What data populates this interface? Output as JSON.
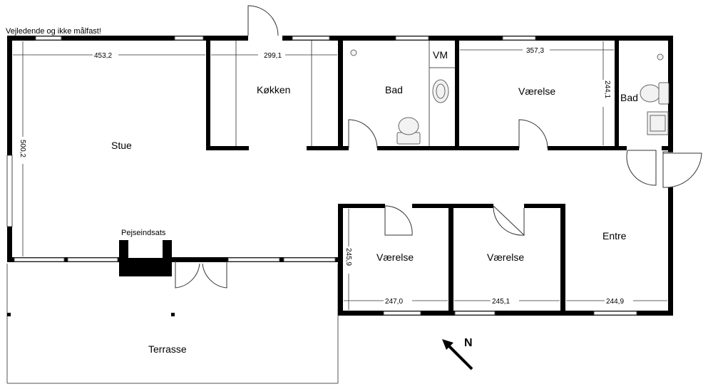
{
  "disclaimer": "Vejledende og ikke målfast!",
  "rooms": {
    "stue": "Stue",
    "kokken": "Køkken",
    "bad1": "Bad",
    "vm": "VM",
    "vaerelse1": "Værelse",
    "bad2": "Bad",
    "vaerelse2": "Værelse",
    "vaerelse3": "Værelse",
    "entre": "Entre",
    "terrasse": "Terrasse",
    "pejs": "Pejseindsats"
  },
  "dimensions": {
    "stue_width": "453,2",
    "kokken_width": "299,1",
    "vaerelse1_width": "357,3",
    "vaerelse1_height": "244,1",
    "stue_height": "500,2",
    "vaerelse2_height": "245,9",
    "vaerelse2_width": "247,0",
    "vaerelse3_width": "245,1",
    "entre_width": "244,9"
  },
  "compass": {
    "label": "N"
  }
}
